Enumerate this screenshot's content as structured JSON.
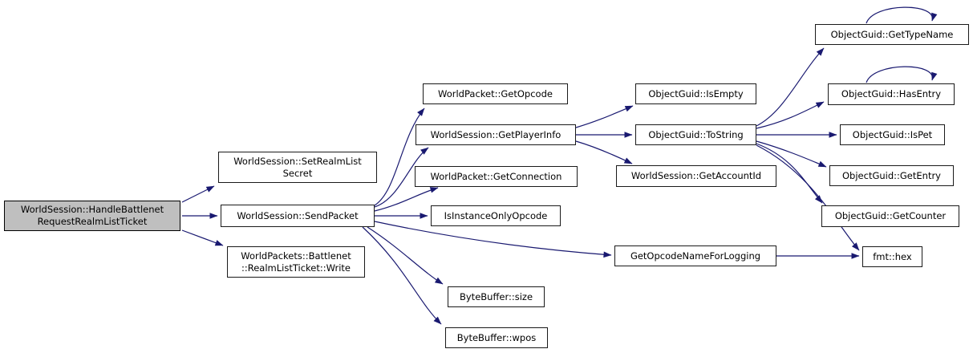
{
  "diagram": {
    "type": "call-graph",
    "colors": {
      "background": "#ffffff",
      "edge": "#191970",
      "node_fill": "#ffffff",
      "node_border": "#1a1a1a",
      "root_fill": "#bfbfbf"
    },
    "nodes": [
      {
        "id": "root",
        "label": "WorldSession::HandleBattlenet\nRequestRealmListTicket"
      },
      {
        "id": "set_realmlist_secret",
        "label": "WorldSession::SetRealmList\nSecret"
      },
      {
        "id": "send_packet",
        "label": "WorldSession::SendPacket"
      },
      {
        "id": "realmlist_ticket_write",
        "label": "WorldPackets::Battlenet\n::RealmListTicket::Write"
      },
      {
        "id": "get_opcode",
        "label": "WorldPacket::GetOpcode"
      },
      {
        "id": "get_player_info",
        "label": "WorldSession::GetPlayerInfo"
      },
      {
        "id": "get_connection",
        "label": "WorldPacket::GetConnection"
      },
      {
        "id": "is_instance_only_opcode",
        "label": "IsInstanceOnlyOpcode"
      },
      {
        "id": "bytebuffer_size",
        "label": "ByteBuffer::size"
      },
      {
        "id": "bytebuffer_wpos",
        "label": "ByteBuffer::wpos"
      },
      {
        "id": "is_empty",
        "label": "ObjectGuid::IsEmpty"
      },
      {
        "id": "to_string",
        "label": "ObjectGuid::ToString"
      },
      {
        "id": "get_account_id",
        "label": "WorldSession::GetAccountId"
      },
      {
        "id": "get_opcode_name_for_logging",
        "label": "GetOpcodeNameForLogging"
      },
      {
        "id": "get_type_name",
        "label": "ObjectGuid::GetTypeName"
      },
      {
        "id": "has_entry",
        "label": "ObjectGuid::HasEntry"
      },
      {
        "id": "is_pet",
        "label": "ObjectGuid::IsPet"
      },
      {
        "id": "get_entry",
        "label": "ObjectGuid::GetEntry"
      },
      {
        "id": "get_counter",
        "label": "ObjectGuid::GetCounter"
      },
      {
        "id": "fmt_hex",
        "label": "fmt::hex"
      }
    ],
    "edges": [
      {
        "from": "root",
        "to": "set_realmlist_secret"
      },
      {
        "from": "root",
        "to": "send_packet"
      },
      {
        "from": "root",
        "to": "realmlist_ticket_write"
      },
      {
        "from": "send_packet",
        "to": "get_opcode"
      },
      {
        "from": "send_packet",
        "to": "get_player_info"
      },
      {
        "from": "send_packet",
        "to": "get_connection"
      },
      {
        "from": "send_packet",
        "to": "is_instance_only_opcode"
      },
      {
        "from": "send_packet",
        "to": "bytebuffer_size"
      },
      {
        "from": "send_packet",
        "to": "bytebuffer_wpos"
      },
      {
        "from": "send_packet",
        "to": "get_opcode_name_for_logging"
      },
      {
        "from": "get_player_info",
        "to": "is_empty"
      },
      {
        "from": "get_player_info",
        "to": "to_string"
      },
      {
        "from": "get_player_info",
        "to": "get_account_id"
      },
      {
        "from": "to_string",
        "to": "get_type_name"
      },
      {
        "from": "to_string",
        "to": "has_entry"
      },
      {
        "from": "to_string",
        "to": "is_pet"
      },
      {
        "from": "to_string",
        "to": "get_entry"
      },
      {
        "from": "to_string",
        "to": "get_counter"
      },
      {
        "from": "to_string",
        "to": "fmt_hex"
      },
      {
        "from": "get_opcode_name_for_logging",
        "to": "fmt_hex"
      },
      {
        "from": "get_type_name",
        "to": "get_type_name"
      },
      {
        "from": "has_entry",
        "to": "has_entry"
      }
    ]
  }
}
